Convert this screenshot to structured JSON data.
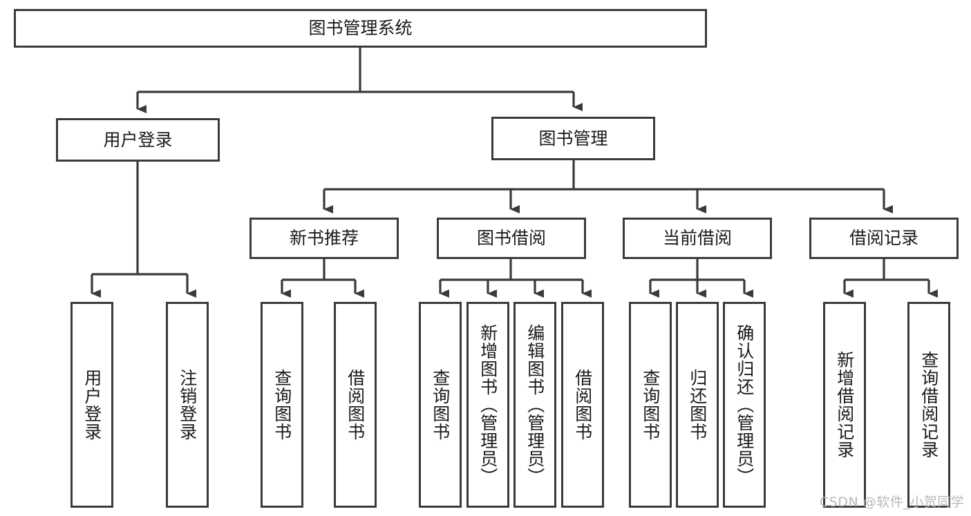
{
  "diagram": {
    "title_node": {
      "label": "图书管理系统"
    },
    "level2": [
      {
        "id": "user-login",
        "label": "用户登录"
      },
      {
        "id": "book-management",
        "label": "图书管理"
      }
    ],
    "level3": [
      {
        "id": "new-book-recommend",
        "label": "新书推荐"
      },
      {
        "id": "book-borrow",
        "label": "图书借阅"
      },
      {
        "id": "current-borrow",
        "label": "当前借阅"
      },
      {
        "id": "borrow-record",
        "label": "借阅记录"
      }
    ],
    "leaves": {
      "user_login": [
        {
          "id": "leaf-user-login",
          "label": "用户登录"
        },
        {
          "id": "leaf-logout-login",
          "label": "注销登录"
        }
      ],
      "new_book_recommend": [
        {
          "id": "leaf-query-book-1",
          "label": "查询图书"
        },
        {
          "id": "leaf-borrow-book-1",
          "label": "借阅图书"
        }
      ],
      "book_borrow": [
        {
          "id": "leaf-query-book-2",
          "label": "查询图书"
        },
        {
          "id": "leaf-add-book",
          "label": "新增图书（管理员）"
        },
        {
          "id": "leaf-edit-book",
          "label": "编辑图书（管理员）"
        },
        {
          "id": "leaf-borrow-book-2",
          "label": "借阅图书"
        }
      ],
      "current_borrow": [
        {
          "id": "leaf-query-book-3",
          "label": "查询图书"
        },
        {
          "id": "leaf-return-book",
          "label": "归还图书"
        },
        {
          "id": "leaf-confirm-return",
          "label": "确认归还（管理员）"
        }
      ],
      "borrow_record": [
        {
          "id": "leaf-add-record",
          "label": "新增借阅记录"
        },
        {
          "id": "leaf-query-record",
          "label": "查询借阅记录"
        }
      ]
    },
    "watermark": "CSDN @软件_小贺同学",
    "colors": {
      "stroke": "#3a3a3a",
      "background": "#ffffff",
      "text": "#1a1a1a",
      "watermark": "#b9b9b9"
    }
  }
}
